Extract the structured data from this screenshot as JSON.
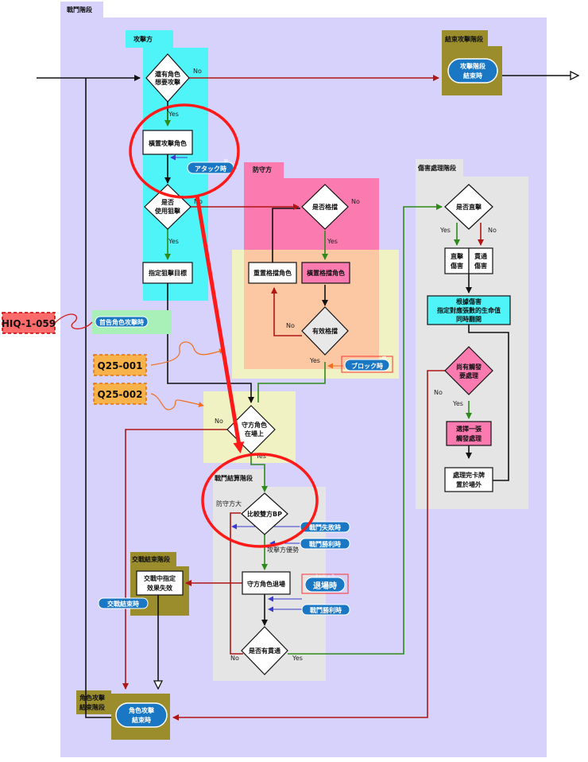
{
  "sections": {
    "battle_phase": "戰鬥階段",
    "attacker": "攻擊方",
    "defender": "防守方",
    "end_attack_phase": "結束攻擊階段",
    "damage_phase": "傷害處理階段",
    "settlement_phase": "戰鬥結算階段",
    "exchange_end": "交戰結束階段",
    "char_attack_end": [
      "角色攻擊",
      "結束階段"
    ]
  },
  "nodes": {
    "has_attacker": [
      "還有角色",
      "想要攻擊"
    ],
    "tap_attacker": "橫置攻擊角色",
    "use_sniper": [
      "是否",
      "使用狙擊"
    ],
    "assign_target": "指定狙擊目標",
    "is_block": "是否格擋",
    "reset_blocker": "重置格擋角色",
    "tap_blocker": "橫置格擋角色",
    "valid_block": "有效格擋",
    "defender_on_field": [
      "守方角色",
      "在場上"
    ],
    "compare_bp": "比較雙方BP",
    "defender_leaves": "守方角色退場",
    "is_penetrate": "是否有貫通",
    "is_direct": "是否直擊",
    "direct_dmg": [
      "直擊",
      "傷害"
    ],
    "pierce_dmg": [
      "貫通",
      "傷害"
    ],
    "flip_life": [
      "根據傷害",
      "指定對應張數的生命值",
      "同時翻開"
    ],
    "has_trigger": [
      "尚有觸發",
      "要處理"
    ],
    "choose_trigger": [
      "選擇一張",
      "觸發處理"
    ],
    "trigger_done": [
      "處理完卡牌",
      "置於場外"
    ],
    "exchange_invalid": [
      "交戰中指定",
      "效果失效"
    ],
    "attack_end_pill": [
      "攻擊階段",
      "結束時"
    ],
    "char_end_pill": [
      "角色攻擊",
      "結束時"
    ]
  },
  "labels": {
    "yes": "Yes",
    "no": "No",
    "defender_stronger": "防守方大",
    "attacker_stronger": "攻擊方優勢",
    "first_attack": "首告角色攻擊時"
  },
  "timings": {
    "attack": "アタック時",
    "attack_ruby": "時",
    "block": "ブロック時",
    "block_ruby": "時",
    "battle_lose": "戰鬥失敗時",
    "battle_win": "戰鬥勝利時",
    "battle_win2": "戰鬥勝利時",
    "retreat": "退場時",
    "retreat_ruby": "たいじょう",
    "exchange_end": "交戰結束時"
  },
  "tags": {
    "hiq": "HIQ-1-059",
    "q001": "Q25-001",
    "q002": "Q25-002"
  },
  "colors": {
    "battle_bg": "#d6d2fb",
    "attacker_bg": "#4ff4f8",
    "defender_bg": "#fb7bb0",
    "defender_inner": "#fcc8a4",
    "block_zone": "#f1f2c4",
    "damage_bg": "#e5e5e5",
    "phase_box": "#9b8d2c",
    "pill": "#1a77c4",
    "red_path": "#b01616",
    "green_path": "#2e8a1a",
    "orange_note": "#f07020",
    "highlight": "#ff1a1a"
  }
}
